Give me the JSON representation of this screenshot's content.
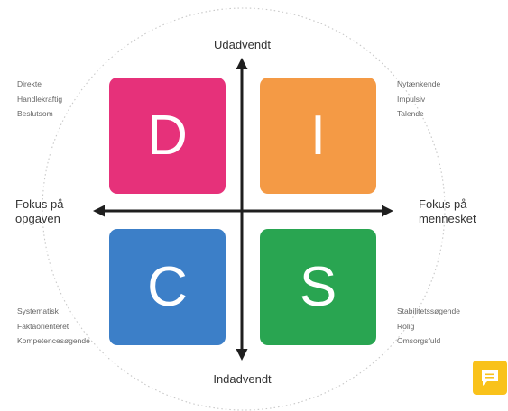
{
  "diagram": {
    "axes": {
      "top": "Udadvendt",
      "bottom": "Indadvendt",
      "left": [
        "Fokus på",
        "opgaven"
      ],
      "right": [
        "Fokus på",
        "mennesket"
      ]
    },
    "quadrants": [
      {
        "id": "d",
        "letter": "D",
        "color": "#e6317a",
        "traits": [
          "Direkte",
          "Handlekraftig",
          "Beslutsom"
        ]
      },
      {
        "id": "i",
        "letter": "I",
        "color": "#f49a45",
        "traits": [
          "Nytænkende",
          "Impulsiv",
          "Talende"
        ]
      },
      {
        "id": "c",
        "letter": "C",
        "color": "#3c7fc8",
        "traits": [
          "Systematisk",
          "Faktaorienteret",
          "Kompetencesøgende"
        ]
      },
      {
        "id": "s",
        "letter": "S",
        "color": "#29a551",
        "traits": [
          "Stabilitetssøgende",
          "Rolig",
          "Omsorgsfuld"
        ]
      }
    ],
    "arrow_color": "#1f1f1f",
    "ring_color": "#c8c8c8"
  },
  "chat_widget": {
    "icon": "chat-bubble-icon",
    "color": "#f9c21b"
  }
}
